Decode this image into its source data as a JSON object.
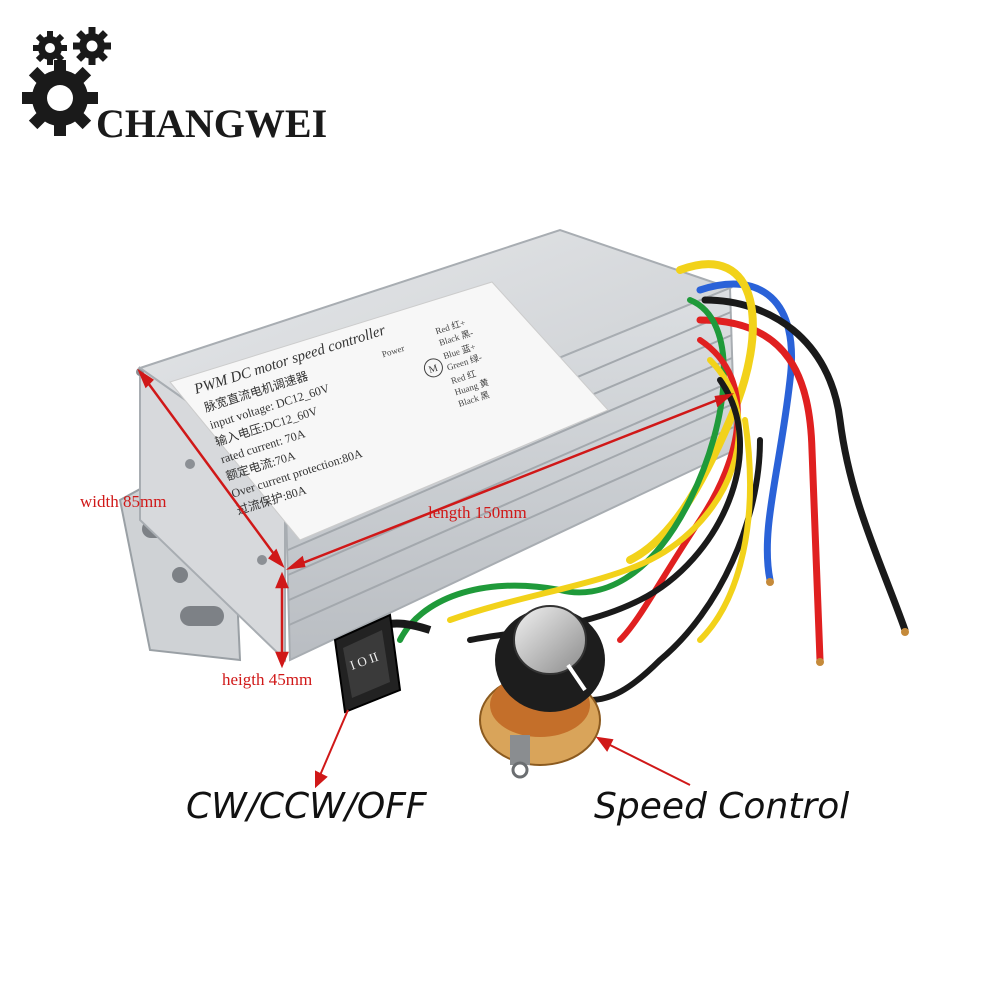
{
  "brand": {
    "name": "CHANGWEI"
  },
  "label": {
    "title": "PWM DC motor speed controller",
    "lines": [
      "脉宽直流电机调速器",
      "input voltage: DC12_60V",
      "输入电压:DC12_60V",
      "rated current: 70A",
      "额定电流:70A",
      "Over current protection:80A",
      "过流保护:80A"
    ],
    "wiring": {
      "power": "Power",
      "motor_symbol": "M",
      "wires": [
        "Red 红+",
        "Black 黑-",
        "Blue 蓝+",
        "Green 绿-",
        "Red 红",
        "Huang 黄",
        "Black 黑"
      ]
    },
    "switch_symbols": "I O II"
  },
  "dimensions": {
    "width": "width 85mm",
    "length": "length 150mm",
    "height": "heigth 45mm"
  },
  "callouts": {
    "switch": "CW/CCW/OFF",
    "knob": "Speed Control"
  },
  "colors": {
    "dimension": "#d01818",
    "wire_red": "#e02020",
    "wire_yellow": "#f2d21a",
    "wire_blue": "#2a62d8",
    "wire_green": "#1f9a3a",
    "wire_black": "#1a1a1a"
  }
}
